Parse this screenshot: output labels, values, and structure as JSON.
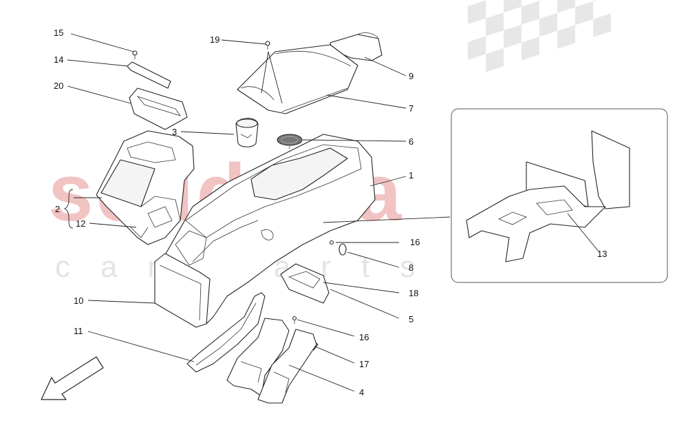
{
  "watermark": {
    "brand": "scuderia",
    "sub": "car parts"
  },
  "callouts": {
    "c1": "1",
    "c2": "2",
    "c3": "3",
    "c4": "4",
    "c5": "5",
    "c6": "6",
    "c7": "7",
    "c8": "8",
    "c9": "9",
    "c10": "10",
    "c11": "11",
    "c12": "12",
    "c13": "13",
    "c14": "14",
    "c15": "15",
    "c16a": "16",
    "c16b": "16",
    "c17": "17",
    "c18": "18",
    "c19": "19",
    "c20": "20"
  },
  "colors": {
    "watermark": "#f2c3c3",
    "line": "#222222"
  },
  "icons": {
    "direction_arrow": "front-direction-arrow-icon"
  }
}
